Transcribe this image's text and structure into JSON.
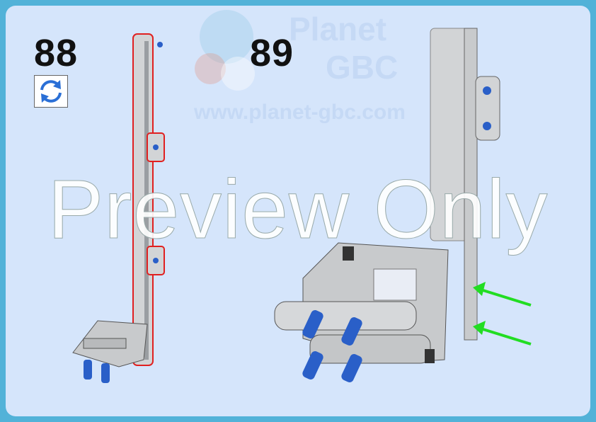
{
  "steps": [
    {
      "number": "88",
      "rotate_icon": "rotate-arrows-icon"
    },
    {
      "number": "89"
    }
  ],
  "watermark": {
    "line1": "Planet",
    "line2": "GBC",
    "url": "www.planet-gbc.com"
  },
  "overlay_text": "Preview Only",
  "colors": {
    "frame": "#52b2d8",
    "panel": "#d5e5fb",
    "highlight_outline": "#e02020",
    "arrow": "#22dd22",
    "pin_blue": "#2a5fc8",
    "beam_gray": "#d2d4d6"
  }
}
